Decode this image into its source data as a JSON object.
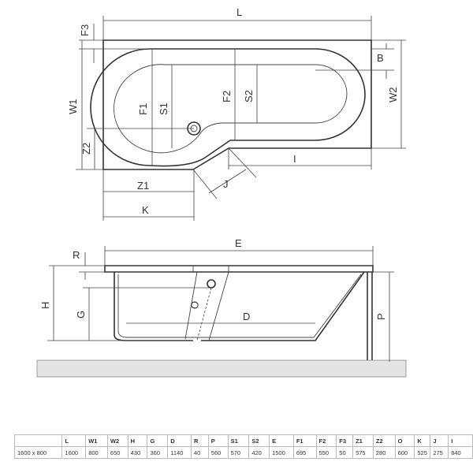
{
  "labels": {
    "L": "L",
    "F3": "F3",
    "B": "B",
    "W1": "W1",
    "W2": "W2",
    "F1": "F1",
    "S1": "S1",
    "F2": "F2",
    "S2": "S2",
    "Z2": "Z2",
    "I": "I",
    "J": "J",
    "Z1": "Z1",
    "K": "K",
    "E": "E",
    "R": "R",
    "H": "H",
    "G": "G",
    "O": "O",
    "D": "D",
    "P": "P"
  },
  "table": {
    "headers": [
      "",
      "L",
      "W1",
      "W2",
      "H",
      "G",
      "D",
      "R",
      "P",
      "S1",
      "S2",
      "E",
      "F1",
      "F2",
      "F3",
      "Z1",
      "Z2",
      "O",
      "K",
      "J",
      "I"
    ],
    "rows": [
      [
        "1600 x 800",
        "1600",
        "800",
        "650",
        "430",
        "360",
        "1140",
        "40",
        "560",
        "570",
        "420",
        "1500",
        "695",
        "550",
        "50",
        "575",
        "280",
        "600",
        "525",
        "275",
        "840"
      ]
    ]
  }
}
